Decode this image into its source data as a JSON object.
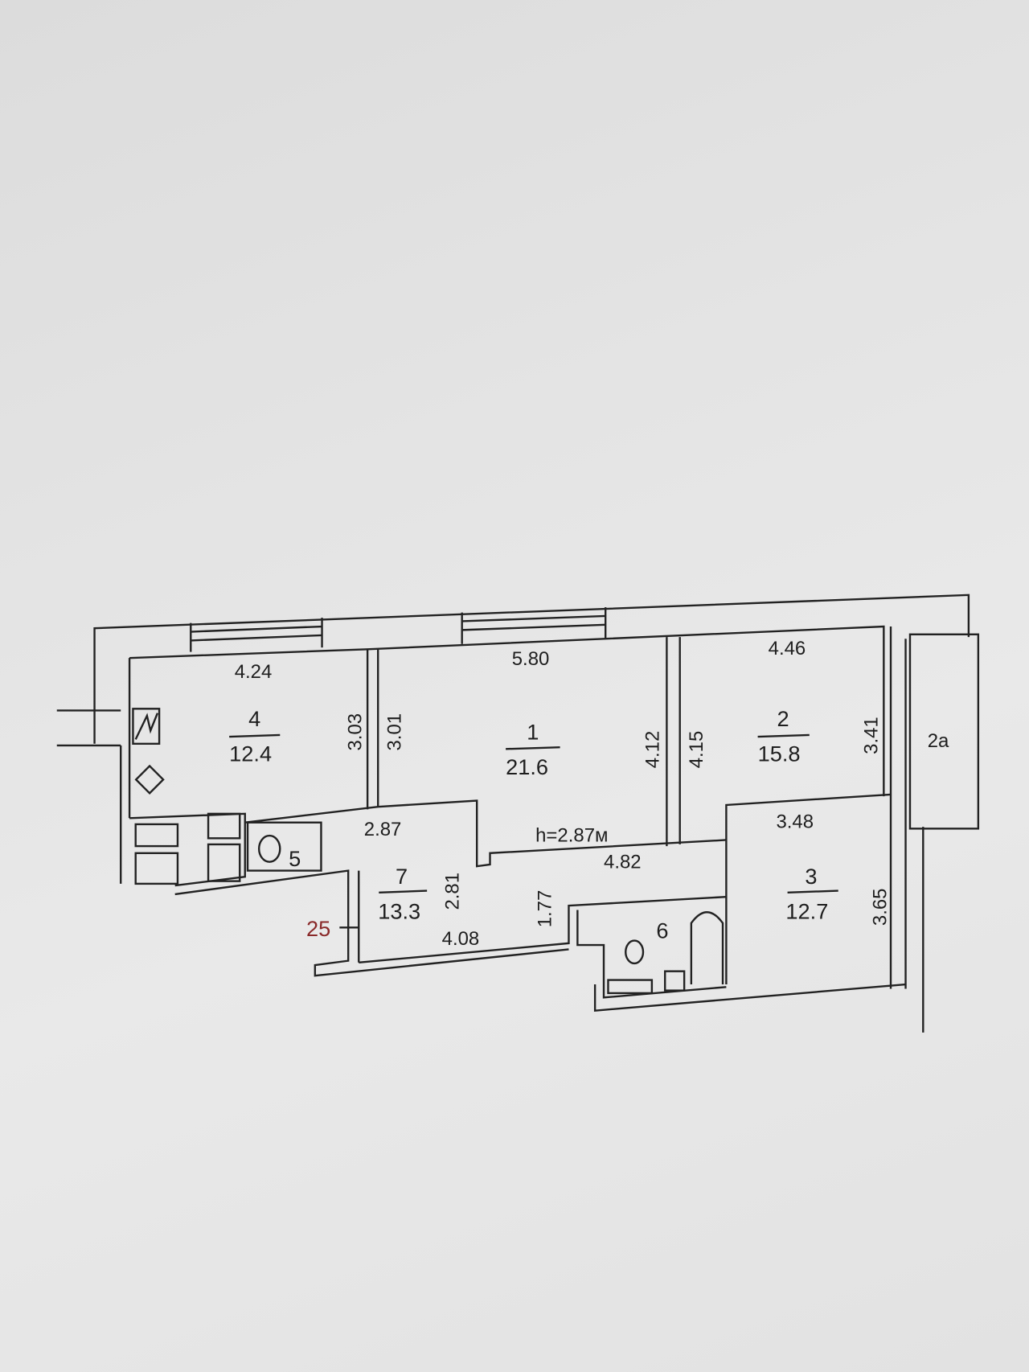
{
  "plan": {
    "ceiling_height": "h=2.87м",
    "apartment_number": "25",
    "rooms": [
      {
        "number": "1",
        "area": "21.6"
      },
      {
        "number": "2",
        "area": "15.8"
      },
      {
        "number": "3",
        "area": "12.7"
      },
      {
        "number": "4",
        "area": "12.4"
      },
      {
        "number": "5"
      },
      {
        "number": "6"
      },
      {
        "number": "7",
        "area": "13.3"
      },
      {
        "number": "2а"
      }
    ],
    "dimensions": {
      "room4_width": "4.24",
      "room4_depth": "3.03",
      "room1_width": "5.80",
      "room1_depth_left": "3.01",
      "room1_depth_right": "4.12",
      "room2_width": "4.46",
      "room2_depth_left": "4.15",
      "room2_depth_right": "3.41",
      "room3_width": "3.48",
      "room3_depth": "3.65",
      "room7_width_top": "2.87",
      "room7_depth": "2.81",
      "room7_width_bottom": "4.08",
      "corridor_length": "4.82",
      "corridor_width": "1.77"
    },
    "colors": {
      "apartment_number": "#8a2a2a",
      "lines": "#222222"
    }
  }
}
